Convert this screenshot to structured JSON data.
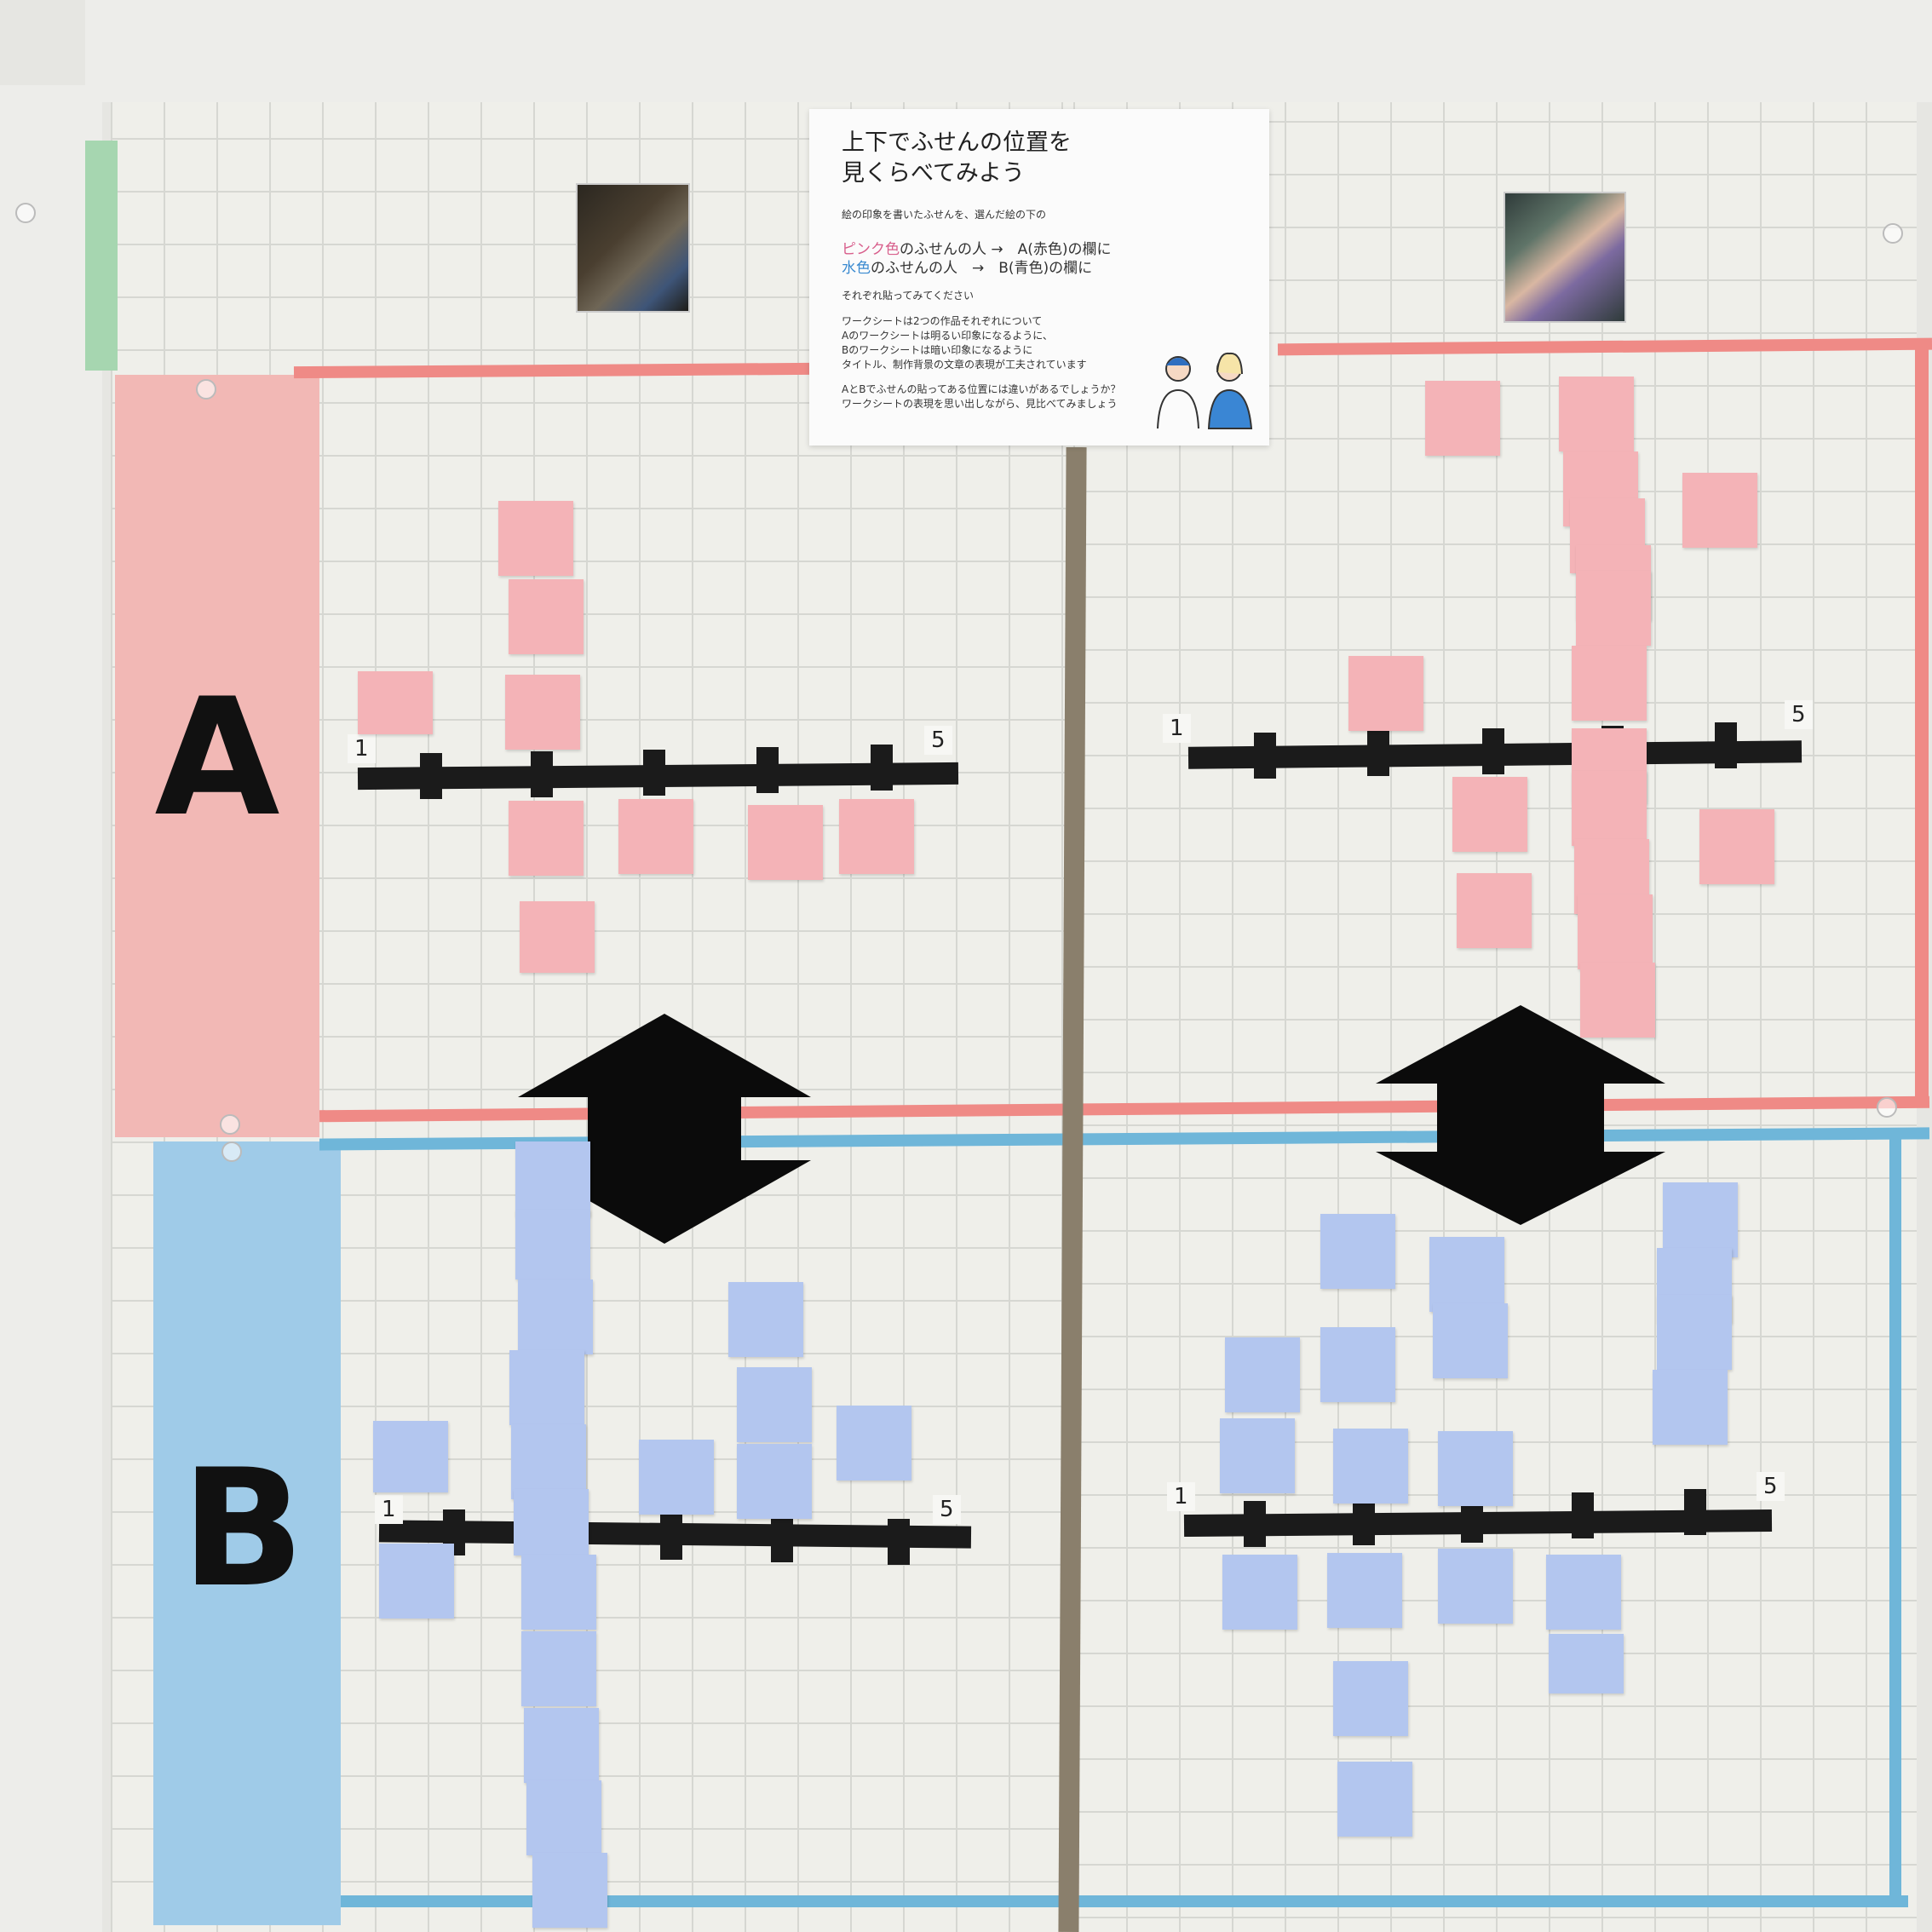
{
  "sign": {
    "title_line1": "上下でふせんの位置を",
    "title_line2": "見くらべてみよう",
    "subtitle": "絵の印象を書いたふせんを、選んだ絵の下の",
    "pink_label": "ピンク色",
    "pink_rest": "のふせんの人 →　A(赤色)の欄に",
    "blue_label": "水色",
    "blue_rest": "のふせんの人　→　B(青色)の欄に",
    "instruction": "それぞれ貼ってみてください",
    "para1_line1": "ワークシートは2つの作品それぞれについて",
    "para1_line2": "Aのワークシートは明るい印象になるように、",
    "para1_line3": "Bのワークシートは暗い印象になるように",
    "para1_line4": "タイトル、制作背景の文章の表現が工夫されています",
    "para2_line1": "AとBでふせんの貼ってある位置には違いがあるでしょうか？",
    "para2_line2": "ワークシートの表現を思い出しながら、見比べてみましょう"
  },
  "sections": {
    "a_label": "A",
    "b_label": "B"
  },
  "scales": {
    "left_a": {
      "min": "1",
      "max": "5"
    },
    "right_a": {
      "min": "1",
      "max": "5"
    },
    "left_b": {
      "min": "1",
      "max": "5"
    },
    "right_b": {
      "min": "1",
      "max": "5"
    }
  },
  "colors": {
    "band_a": "#f2b8b5",
    "band_b": "#9fcbe8",
    "line_a": "#ef8a86",
    "line_b": "#6fb6d9",
    "center_divider": "#8a7f6c",
    "note_pink": "#f4b3b7",
    "note_blue": "#b3c6ef"
  },
  "icons": [
    "arrow-up-down-icon",
    "painting-photo",
    "people-illustration"
  ]
}
